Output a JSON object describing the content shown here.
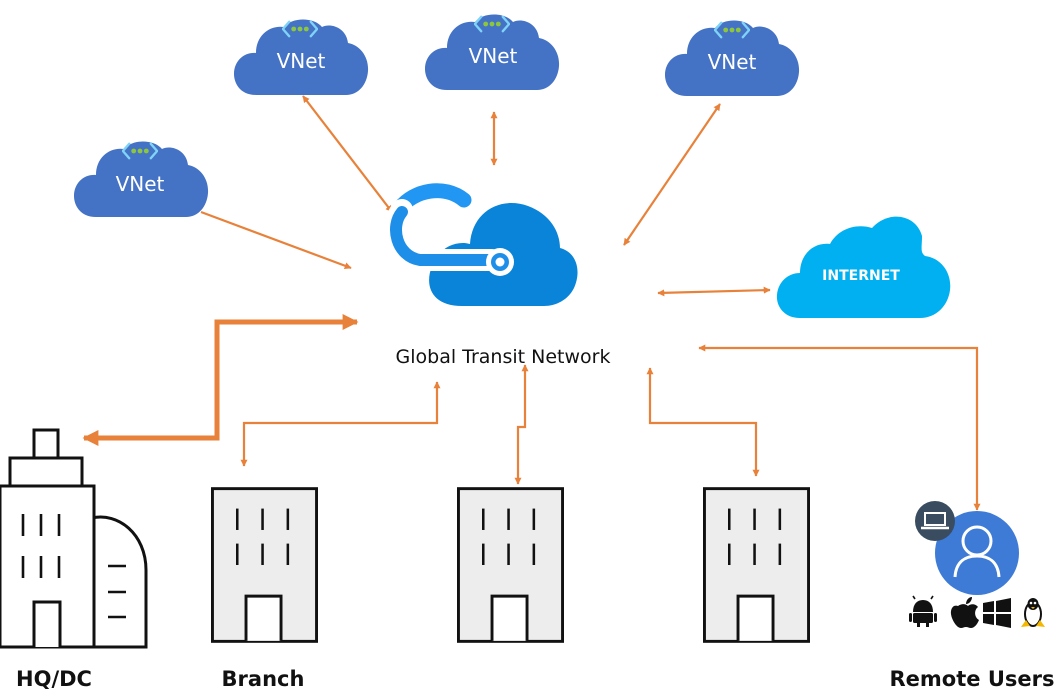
{
  "vnets": [
    {
      "label": "VNet"
    },
    {
      "label": "VNet"
    },
    {
      "label": "VNet"
    },
    {
      "label": "VNet"
    }
  ],
  "internet": {
    "label": "INTERNET"
  },
  "hub": {
    "label": "Global Transit Network"
  },
  "sites": {
    "hq": {
      "label": "HQ/DC"
    },
    "branch": {
      "label": "Branch"
    },
    "remote": {
      "label": "Remote Users"
    }
  },
  "colors": {
    "vnet_cloud": "#4472C4",
    "internet_cloud": "#00B0F0",
    "hub_cloud": "#0078D4",
    "link": "#E8823A",
    "user_circle": "#3D7BD6"
  },
  "icons": {
    "vnet": "vnet-dots-icon",
    "hub": "azure-cloud-icon",
    "user": "user-icon",
    "device": "laptop-icon",
    "os": [
      "android-icon",
      "apple-icon",
      "windows-icon",
      "linux-icon"
    ]
  }
}
